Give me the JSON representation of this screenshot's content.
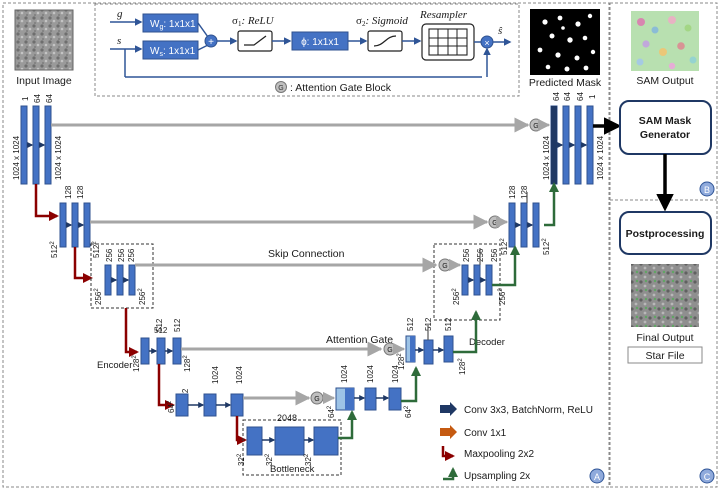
{
  "panel_labels": {
    "a": "A",
    "b": "B",
    "c": "C"
  },
  "attention_gate": {
    "input_g": "g",
    "input_s": "s",
    "wg": "W",
    "wg_sub": "g",
    "wg_op": ": 1x1x1",
    "ws": "W",
    "ws_sub": "s",
    "ws_op": ": 1x1x1",
    "sigma1": "σ",
    "sigma1_sub": "1",
    "sigma1_name": ": ReLU",
    "phi": "ϕ: 1x1x1",
    "sigma2": "σ",
    "sigma2_sub": "2",
    "sigma2_name": ": Sigmoid",
    "resampler": "Resampler",
    "output": "ŝ",
    "legend_g": "G",
    "legend_text": ": Attention Gate Block"
  },
  "input_image_label": "Input Image",
  "predicted_mask_label": "Predicted Mask",
  "sam_output_label": "SAM Output",
  "sam_generator_label": "SAM Mask Generator",
  "postprocessing_label": "Postprocessing",
  "final_output_label": "Final Output",
  "star_file_label": "Star File",
  "unet": {
    "skip_connection": "Skip Connection",
    "attention_gate": "Attention Gate",
    "encoder": "Encoder",
    "decoder": "Decoder",
    "bottleneck": "Bottleneck",
    "gate_symbol": "G",
    "ch_1": "1",
    "ch_64": "64",
    "ch_128": "128",
    "ch_256": "256",
    "ch_512": "512",
    "ch_1024": "1024",
    "ch_2048": "2048",
    "size_1024": "1024 x 1024",
    "size_512": "512",
    "size_256": "256",
    "size_128": "128",
    "size_64": "64",
    "size_32": "32",
    "sup_2": "2"
  },
  "legend": {
    "conv": "Conv 3x3, BatchNorm, ReLU",
    "conv1": "Conv 1x1",
    "maxpool": "Maxpooling 2x2",
    "upsample": "Upsampling 2x"
  },
  "colors": {
    "conv": "#1f3864",
    "conv1": "#c55a11",
    "maxpool": "#8b0000",
    "upsample": "#2e6b3a",
    "block": "#4472c4",
    "gate_fill": "#bfbfbf",
    "skip": "#a6a6a6"
  }
}
